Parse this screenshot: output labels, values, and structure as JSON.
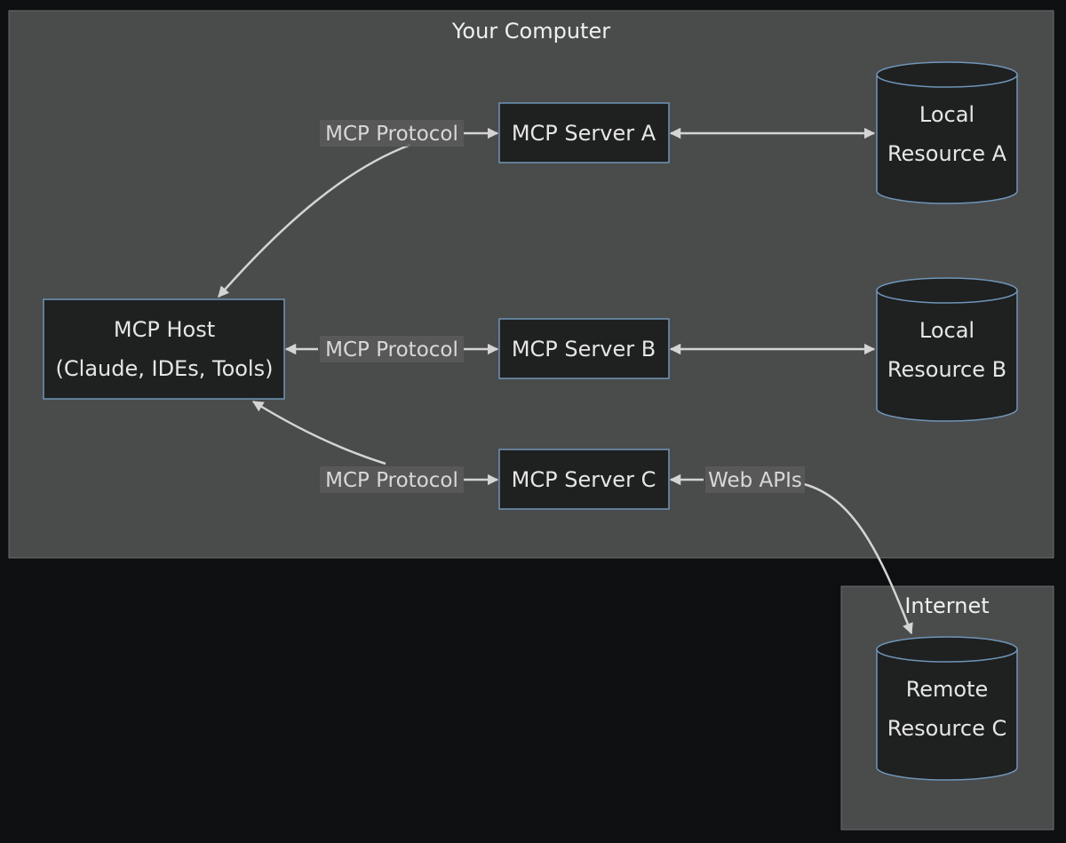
{
  "clusters": {
    "computer": {
      "title": "Your Computer"
    },
    "internet": {
      "title": "Internet"
    }
  },
  "nodes": {
    "host": {
      "line1": "MCP Host",
      "line2": "(Claude, IDEs, Tools)"
    },
    "server_a": {
      "label": "MCP Server A"
    },
    "server_b": {
      "label": "MCP Server B"
    },
    "server_c": {
      "label": "MCP Server C"
    },
    "resource_a": {
      "line1": "Local",
      "line2": "Resource A"
    },
    "resource_b": {
      "line1": "Local",
      "line2": "Resource B"
    },
    "resource_c": {
      "line1": "Remote",
      "line2": "Resource C"
    }
  },
  "edges": {
    "host_a": {
      "label": "MCP Protocol"
    },
    "host_b": {
      "label": "MCP Protocol"
    },
    "host_c": {
      "label": "MCP Protocol"
    },
    "c_remote": {
      "label": "Web APIs"
    }
  },
  "colors": {
    "background": "#0e0f11",
    "cluster_fill": "#4a4b4b",
    "node_fill": "#1f2020",
    "node_stroke": "#6f95b8",
    "edge": "#d4d4d4"
  }
}
